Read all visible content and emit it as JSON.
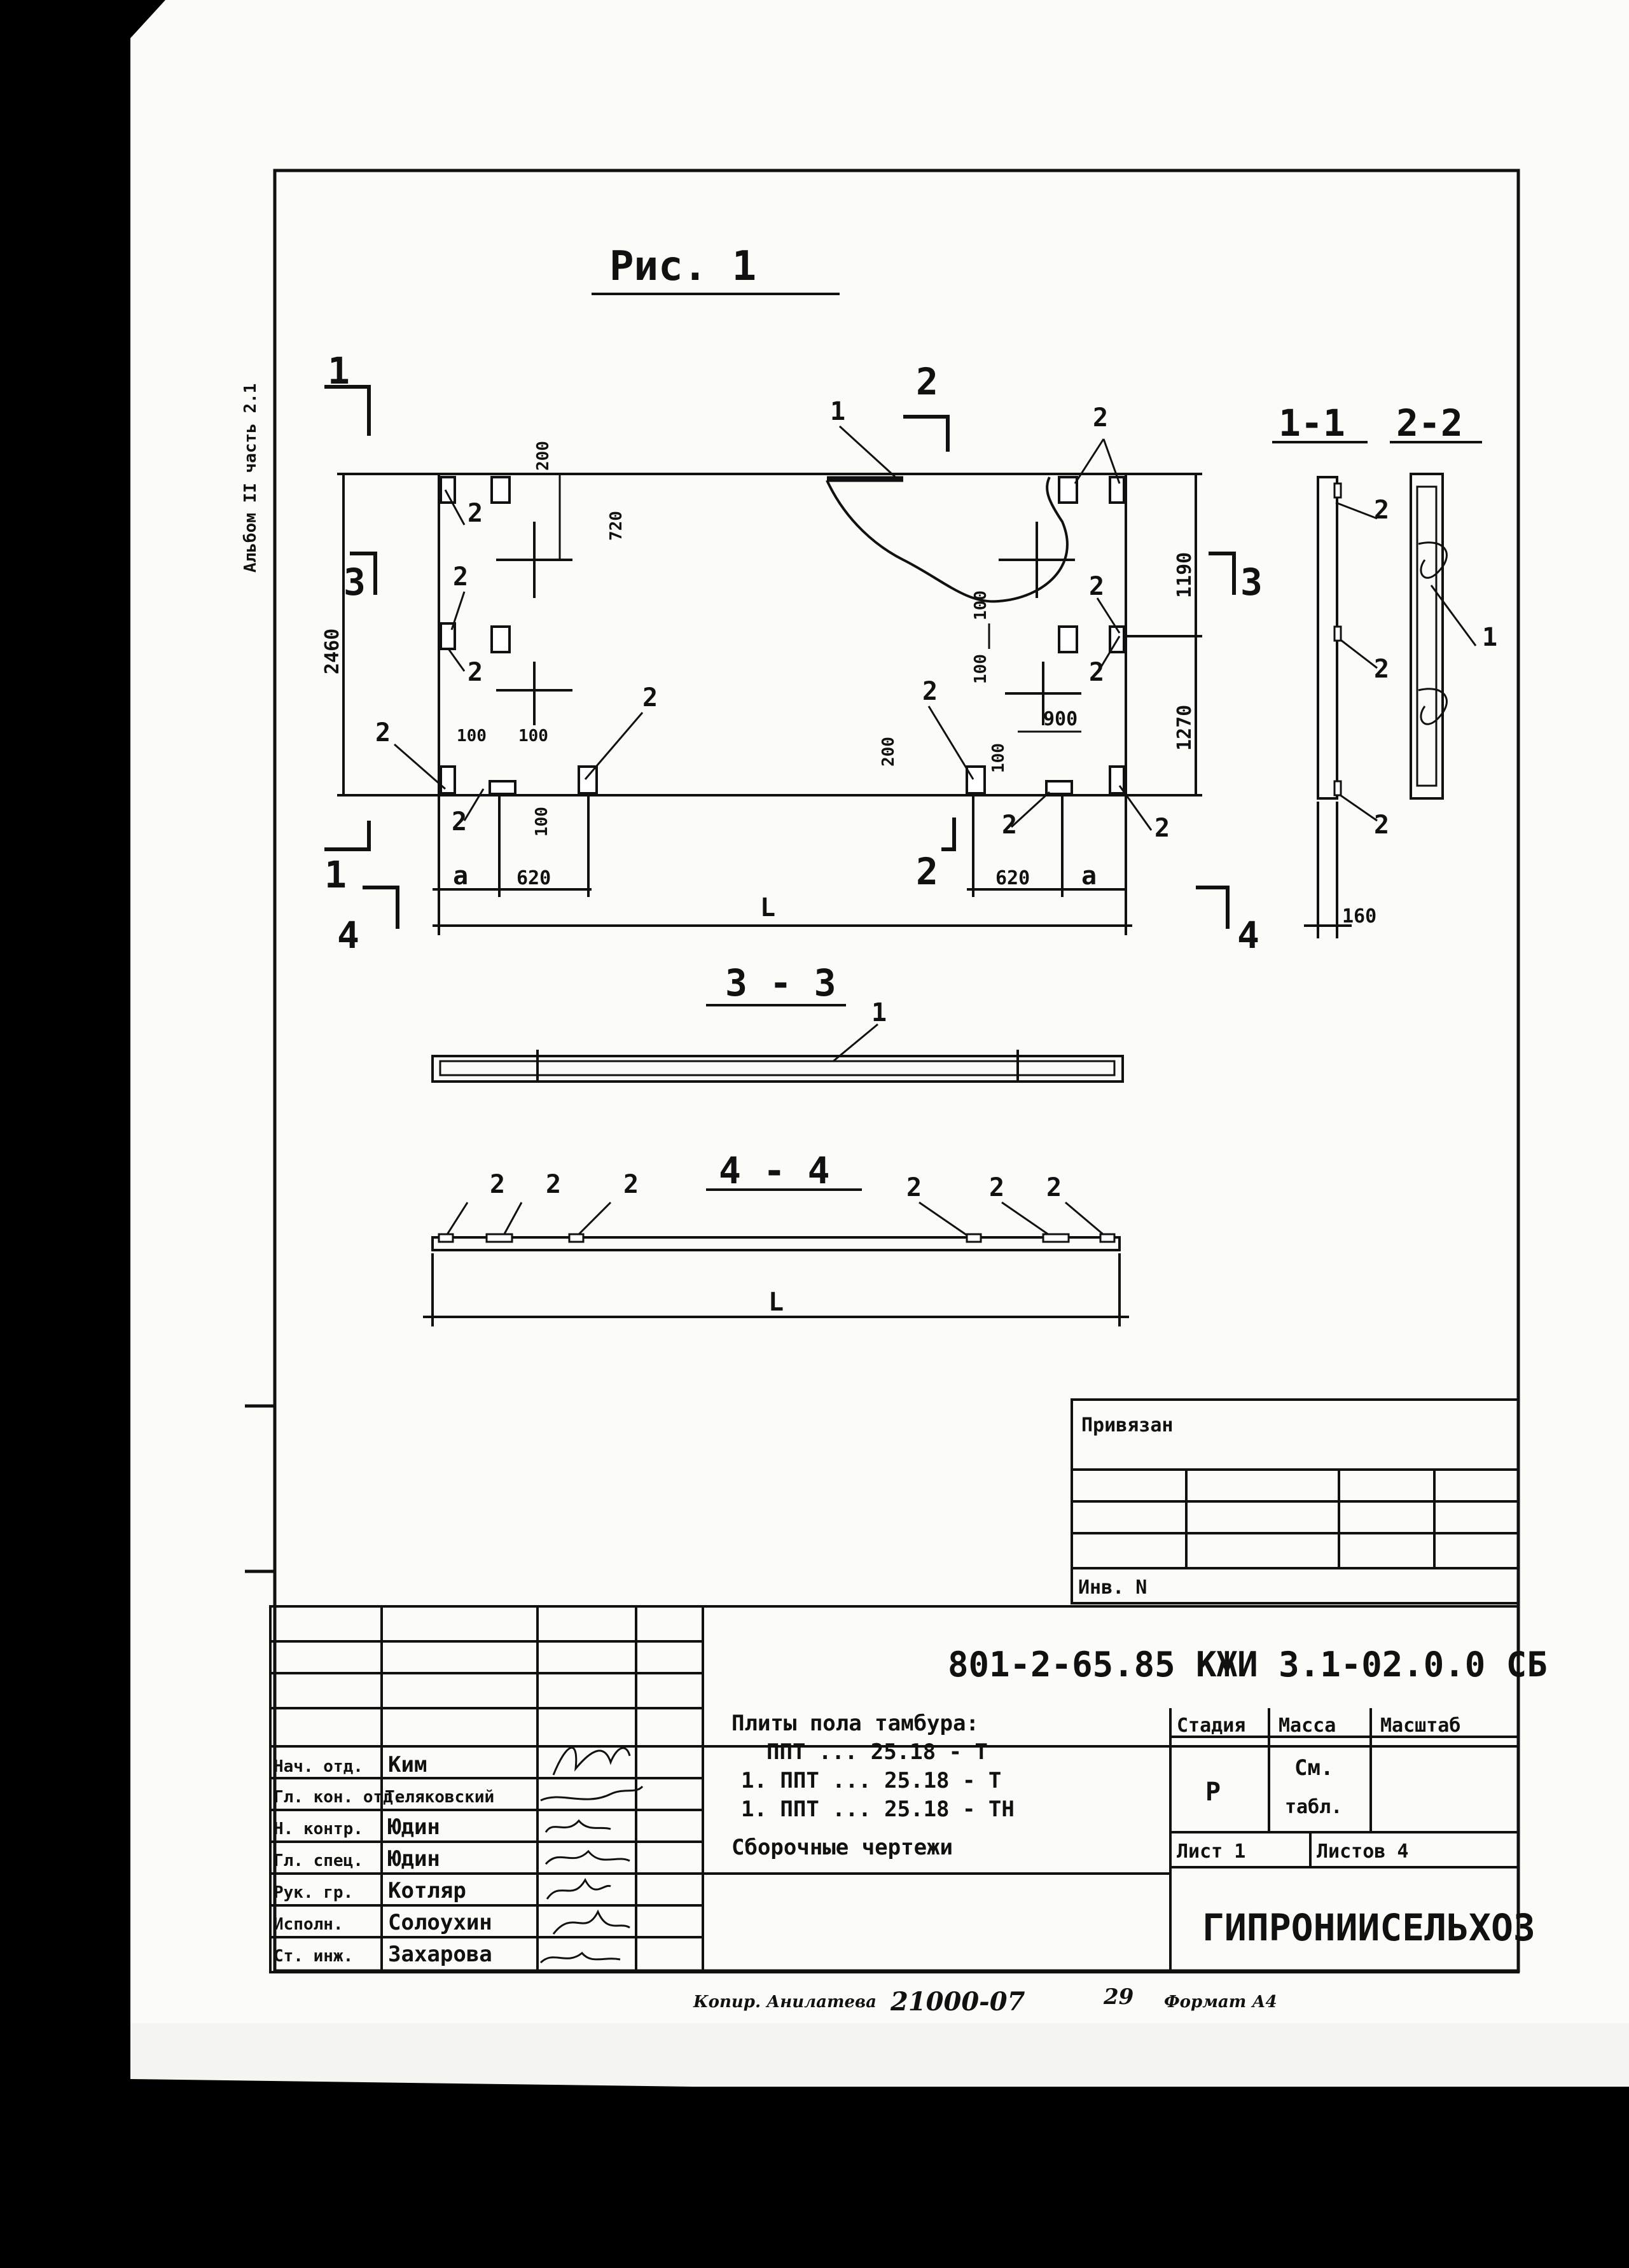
{
  "drawing": {
    "figure_title": "Рис. 1",
    "section_labels": {
      "s1": "1",
      "s2": "2",
      "s3": "3",
      "s4": "4",
      "sec11": "1-1",
      "sec22": "2-2",
      "sec33": "3 - 3",
      "sec44": "4 - 4"
    },
    "dimensions": {
      "width_2460": "2460",
      "d200_top": "200",
      "d720": "720",
      "d1190": "1190",
      "d1270": "1270",
      "d100_a": "100",
      "d100_b": "100",
      "d100_c": "100",
      "d100_d": "100",
      "d100_e": "100",
      "d100_f": "100",
      "d200_bottom": "200",
      "d900": "900",
      "d620_left": "620",
      "d620_right": "620",
      "a_left": "a",
      "a_right": "a",
      "L_plan": "L",
      "L_44": "L",
      "d160": "160"
    },
    "callouts": {
      "one": "1",
      "two": "2"
    },
    "side_note": "Альбом II часть 2.1"
  },
  "stamp": {
    "privyazan": "Привязан",
    "inv": "Инв. N",
    "code": "801-2-65.85 КЖИ 3.1-02.0.0 СБ",
    "title_lines": [
      "Плиты пола тамбура:",
      "ППТ ... 25.18 - Т",
      "1. ППТ ... 25.18 - Т",
      "1. ППТ ... 25.18 - ТН",
      "Сборочные чертежи"
    ],
    "col_stage": "Стадия",
    "col_mass": "Масса",
    "col_scale": "Масштаб",
    "stage_value": "Р",
    "mass_value_1": "См.",
    "mass_value_2": "табл.",
    "sheet_label": "Лист 1",
    "sheets_label": "Листов 4",
    "org": "ГИПРОНИИСЕЛЬХОЗ",
    "roles": [
      "Нач. отд.",
      "Гл. кон. отд.",
      "Н. контр.",
      "Гл. спец.",
      "Рук. гр.",
      "Исполн.",
      "Ст. инж."
    ],
    "names": [
      "Ким",
      "Теляковский",
      "Юдин",
      "Юдин",
      "Котляр",
      "Солоухин",
      "Захарова"
    ]
  },
  "footer": {
    "copied": "Копир. Анилатева",
    "order": "21000-07",
    "num": "29",
    "format": "Формат А4"
  }
}
